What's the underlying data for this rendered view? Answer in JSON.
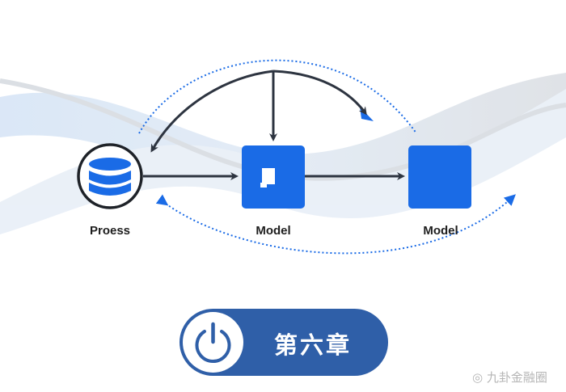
{
  "diagram": {
    "nodes": [
      {
        "label": "Proess",
        "icon": "database-icon"
      },
      {
        "label": "Model",
        "icon": "model-box-icon"
      },
      {
        "label": "Model",
        "icon": "model-box-icon"
      }
    ],
    "colors": {
      "accent": "#1a6be6",
      "arrow": "#2d3440",
      "pill": "#2f5fa8"
    }
  },
  "chapter_button": {
    "label": "第六章",
    "icon": "power-icon"
  },
  "watermark": "九卦金融圈"
}
